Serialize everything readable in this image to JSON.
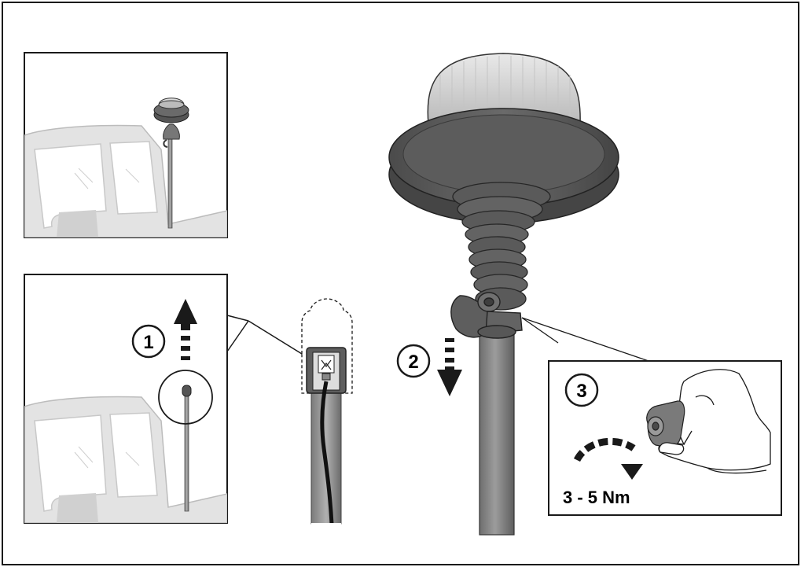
{
  "steps": [
    {
      "number": "1"
    },
    {
      "number": "2"
    },
    {
      "number": "3"
    }
  ],
  "torque": {
    "text": "3 - 5 Nm"
  },
  "colors": {
    "outline": "#1a1a1a",
    "cab": "#e3e3e3",
    "beacon_body": "#5c5c5c",
    "beacon_dark": "#4a4a4a",
    "lens": "#d6d6d6",
    "pole": "#8a8a8a",
    "cable": "#111111"
  }
}
